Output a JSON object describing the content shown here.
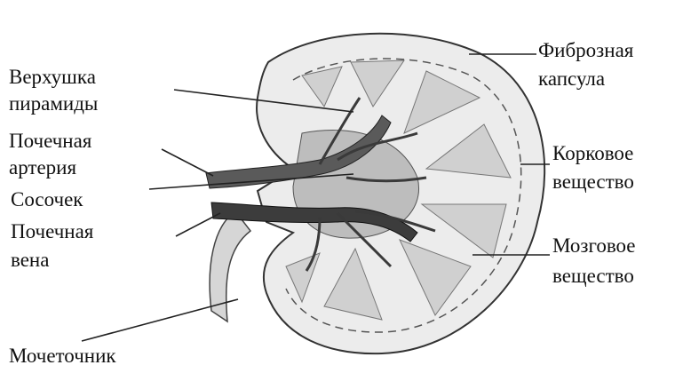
{
  "labels": {
    "apex_line1": "Верхушка",
    "apex_line2": "пирамиды",
    "artery_line1": "Почечная",
    "artery_line2": "артерия",
    "papilla": "Сосочек",
    "vein_line1": "Почечная",
    "vein_line2": "вена",
    "ureter": "Мочеточник",
    "capsule_line1": "Фиброзная",
    "capsule_line2": "капсула",
    "cortex_line1": "Корковое",
    "cortex_line2": "вещество",
    "medulla_line1": "Мозговое",
    "medulla_line2": "вещество"
  },
  "colors": {
    "text": "#111111",
    "leader_line": "#222222",
    "kidney_fill": "#e9e9e9",
    "pyramid_fill": "#cfcfcf",
    "vessel_fill": "#4a4a4a"
  }
}
